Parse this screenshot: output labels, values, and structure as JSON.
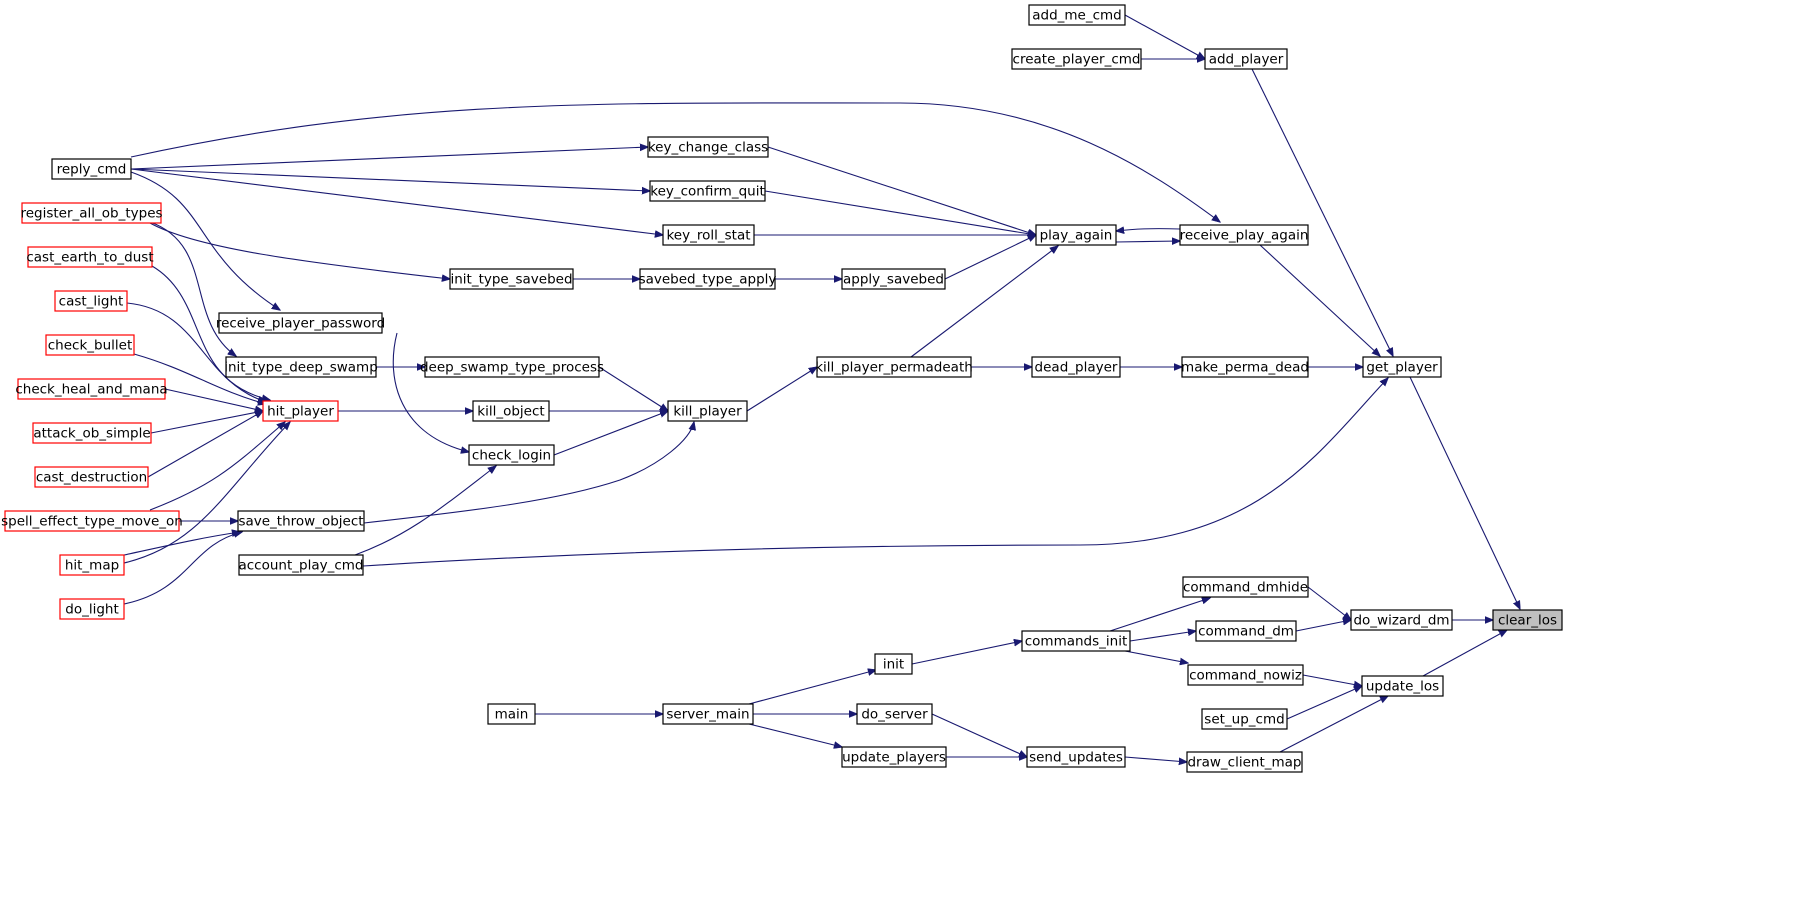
{
  "graph": {
    "colors": {
      "edge": "#191970",
      "node_border": "#000000",
      "node_border_truncated": "#ff0000",
      "node_fill": "#ffffff",
      "node_fill_focus": "#bfbfbf"
    },
    "nodes": [
      {
        "id": "add_me_cmd",
        "label": "add_me_cmd",
        "style": "normal"
      },
      {
        "id": "create_player_cmd",
        "label": "create_player_cmd",
        "style": "normal"
      },
      {
        "id": "add_player",
        "label": "add_player",
        "style": "normal"
      },
      {
        "id": "reply_cmd",
        "label": "reply_cmd",
        "style": "normal"
      },
      {
        "id": "key_change_class",
        "label": "key_change_class",
        "style": "normal"
      },
      {
        "id": "key_confirm_quit",
        "label": "key_confirm_quit",
        "style": "normal"
      },
      {
        "id": "register_all_ob_types",
        "label": "register_all_ob_types",
        "style": "truncated"
      },
      {
        "id": "key_roll_stat",
        "label": "key_roll_stat",
        "style": "normal"
      },
      {
        "id": "play_again",
        "label": "play_again",
        "style": "normal"
      },
      {
        "id": "receive_play_again",
        "label": "receive_play_again",
        "style": "normal"
      },
      {
        "id": "cast_earth_to_dust",
        "label": "cast_earth_to_dust",
        "style": "truncated"
      },
      {
        "id": "init_type_savebed",
        "label": "init_type_savebed",
        "style": "normal"
      },
      {
        "id": "savebed_type_apply",
        "label": "savebed_type_apply",
        "style": "normal"
      },
      {
        "id": "apply_savebed",
        "label": "apply_savebed",
        "style": "normal"
      },
      {
        "id": "cast_light",
        "label": "cast_light",
        "style": "truncated"
      },
      {
        "id": "receive_player_password",
        "label": "receive_player_password",
        "style": "normal"
      },
      {
        "id": "check_bullet",
        "label": "check_bullet",
        "style": "truncated"
      },
      {
        "id": "init_type_deep_swamp",
        "label": "init_type_deep_swamp",
        "style": "normal"
      },
      {
        "id": "deep_swamp_type_process",
        "label": "deep_swamp_type_process",
        "style": "normal"
      },
      {
        "id": "kill_player_permadeath",
        "label": "kill_player_permadeath",
        "style": "normal"
      },
      {
        "id": "dead_player",
        "label": "dead_player",
        "style": "normal"
      },
      {
        "id": "make_perma_dead",
        "label": "make_perma_dead",
        "style": "normal"
      },
      {
        "id": "get_player",
        "label": "get_player",
        "style": "normal"
      },
      {
        "id": "check_heal_and_mana",
        "label": "check_heal_and_mana",
        "style": "truncated"
      },
      {
        "id": "hit_player",
        "label": "hit_player",
        "style": "truncated"
      },
      {
        "id": "kill_object",
        "label": "kill_object",
        "style": "normal"
      },
      {
        "id": "kill_player",
        "label": "kill_player",
        "style": "normal"
      },
      {
        "id": "attack_ob_simple",
        "label": "attack_ob_simple",
        "style": "truncated"
      },
      {
        "id": "check_login",
        "label": "check_login",
        "style": "normal"
      },
      {
        "id": "cast_destruction",
        "label": "cast_destruction",
        "style": "truncated"
      },
      {
        "id": "spell_effect_type_move_on",
        "label": "spell_effect_type_move_on",
        "style": "truncated"
      },
      {
        "id": "save_throw_object",
        "label": "save_throw_object",
        "style": "normal"
      },
      {
        "id": "hit_map",
        "label": "hit_map",
        "style": "truncated"
      },
      {
        "id": "account_play_cmd",
        "label": "account_play_cmd",
        "style": "normal"
      },
      {
        "id": "command_dmhide",
        "label": "command_dmhide",
        "style": "normal"
      },
      {
        "id": "do_light",
        "label": "do_light",
        "style": "truncated"
      },
      {
        "id": "do_wizard_dm",
        "label": "do_wizard_dm",
        "style": "normal"
      },
      {
        "id": "clear_los",
        "label": "clear_los",
        "style": "focus"
      },
      {
        "id": "command_dm",
        "label": "command_dm",
        "style": "normal"
      },
      {
        "id": "commands_init",
        "label": "commands_init",
        "style": "normal"
      },
      {
        "id": "init",
        "label": "init",
        "style": "normal"
      },
      {
        "id": "command_nowiz",
        "label": "command_nowiz",
        "style": "normal"
      },
      {
        "id": "update_los",
        "label": "update_los",
        "style": "normal"
      },
      {
        "id": "main",
        "label": "main",
        "style": "normal"
      },
      {
        "id": "server_main",
        "label": "server_main",
        "style": "normal"
      },
      {
        "id": "do_server",
        "label": "do_server",
        "style": "normal"
      },
      {
        "id": "set_up_cmd",
        "label": "set_up_cmd",
        "style": "normal"
      },
      {
        "id": "update_players",
        "label": "update_players",
        "style": "normal"
      },
      {
        "id": "send_updates",
        "label": "send_updates",
        "style": "normal"
      },
      {
        "id": "draw_client_map",
        "label": "draw_client_map",
        "style": "normal"
      }
    ],
    "edges": [
      [
        "add_me_cmd",
        "add_player"
      ],
      [
        "create_player_cmd",
        "add_player"
      ],
      [
        "add_player",
        "get_player"
      ],
      [
        "reply_cmd",
        "receive_play_again"
      ],
      [
        "reply_cmd",
        "key_change_class"
      ],
      [
        "reply_cmd",
        "key_confirm_quit"
      ],
      [
        "reply_cmd",
        "key_roll_stat"
      ],
      [
        "reply_cmd",
        "receive_player_password"
      ],
      [
        "key_change_class",
        "play_again"
      ],
      [
        "key_confirm_quit",
        "play_again"
      ],
      [
        "key_roll_stat",
        "play_again"
      ],
      [
        "play_again",
        "receive_play_again"
      ],
      [
        "receive_play_again",
        "play_again"
      ],
      [
        "receive_play_again",
        "get_player"
      ],
      [
        "register_all_ob_types",
        "init_type_savebed"
      ],
      [
        "register_all_ob_types",
        "init_type_deep_swamp"
      ],
      [
        "init_type_savebed",
        "savebed_type_apply"
      ],
      [
        "savebed_type_apply",
        "apply_savebed"
      ],
      [
        "apply_savebed",
        "play_again"
      ],
      [
        "kill_player_permadeath",
        "play_again"
      ],
      [
        "receive_player_password",
        "check_login"
      ],
      [
        "init_type_deep_swamp",
        "deep_swamp_type_process"
      ],
      [
        "deep_swamp_type_process",
        "kill_player"
      ],
      [
        "kill_player",
        "kill_player_permadeath"
      ],
      [
        "kill_player_permadeath",
        "dead_player"
      ],
      [
        "dead_player",
        "make_perma_dead"
      ],
      [
        "make_perma_dead",
        "get_player"
      ],
      [
        "get_player",
        "clear_los"
      ],
      [
        "cast_earth_to_dust",
        "hit_player"
      ],
      [
        "cast_light",
        "hit_player"
      ],
      [
        "check_bullet",
        "hit_player"
      ],
      [
        "check_heal_and_mana",
        "hit_player"
      ],
      [
        "attack_ob_simple",
        "hit_player"
      ],
      [
        "cast_destruction",
        "hit_player"
      ],
      [
        "spell_effect_type_move_on",
        "hit_player"
      ],
      [
        "hit_map",
        "hit_player"
      ],
      [
        "hit_player",
        "kill_object"
      ],
      [
        "kill_object",
        "kill_player"
      ],
      [
        "check_login",
        "kill_player"
      ],
      [
        "save_throw_object",
        "kill_player"
      ],
      [
        "account_play_cmd",
        "check_login"
      ],
      [
        "account_play_cmd",
        "get_player"
      ],
      [
        "spell_effect_type_move_on",
        "save_throw_object"
      ],
      [
        "hit_map",
        "save_throw_object"
      ],
      [
        "do_light",
        "save_throw_object"
      ],
      [
        "commands_init",
        "command_dmhide"
      ],
      [
        "commands_init",
        "command_dm"
      ],
      [
        "commands_init",
        "command_nowiz"
      ],
      [
        "command_dmhide",
        "do_wizard_dm"
      ],
      [
        "command_dm",
        "do_wizard_dm"
      ],
      [
        "do_wizard_dm",
        "clear_los"
      ],
      [
        "command_nowiz",
        "update_los"
      ],
      [
        "set_up_cmd",
        "update_los"
      ],
      [
        "draw_client_map",
        "update_los"
      ],
      [
        "update_los",
        "clear_los"
      ],
      [
        "init",
        "commands_init"
      ],
      [
        "server_main",
        "init"
      ],
      [
        "main",
        "server_main"
      ],
      [
        "server_main",
        "do_server"
      ],
      [
        "server_main",
        "update_players"
      ],
      [
        "do_server",
        "send_updates"
      ],
      [
        "update_players",
        "send_updates"
      ],
      [
        "send_updates",
        "draw_client_map"
      ]
    ]
  }
}
